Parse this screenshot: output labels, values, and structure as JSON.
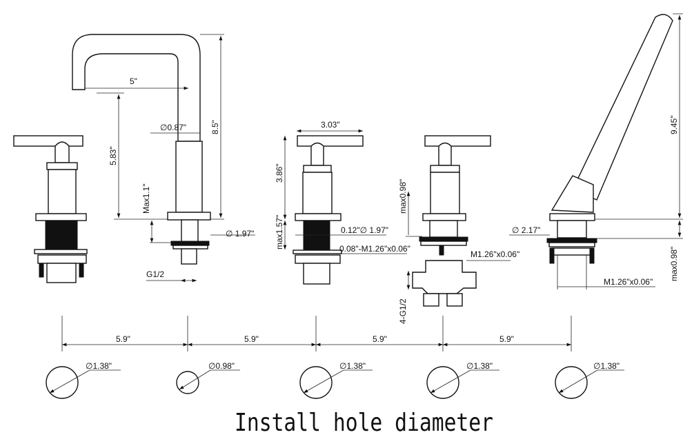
{
  "spout": {
    "reach": "5\"",
    "tube_dia": "0.87\"",
    "height": "8.5\"",
    "clearance": "5.83\"",
    "max_deck": "Max1.1\"",
    "base_dia": "1.97\"",
    "thread": "G1/2"
  },
  "valve": {
    "handle_width": "3.03\"",
    "height": "3.86\"",
    "max_deck": "max1.57\"",
    "base_dia": "0.12\"∅ 1.97\"",
    "thread": "0.08\"-M1.26\"x0.06\""
  },
  "diverter": {
    "max_deck": "max0.98\"",
    "thread": "M1.26\"x0.06\"",
    "inlets": "4-G1/2"
  },
  "handshower": {
    "height": "9.45\"",
    "base_dia": "2.17\"",
    "max_deck": "max0.98\"",
    "thread": "M1.26\"x0.06\""
  },
  "spacing": [
    "5.9\"",
    "5.9\"",
    "5.9\"",
    "5.9\""
  ],
  "holes": [
    "1.38\"",
    "0.98\"",
    "1.38\"",
    "1.38\"",
    "1.38\""
  ],
  "title": "Install hole diameter",
  "diameter_symbol": "∅"
}
